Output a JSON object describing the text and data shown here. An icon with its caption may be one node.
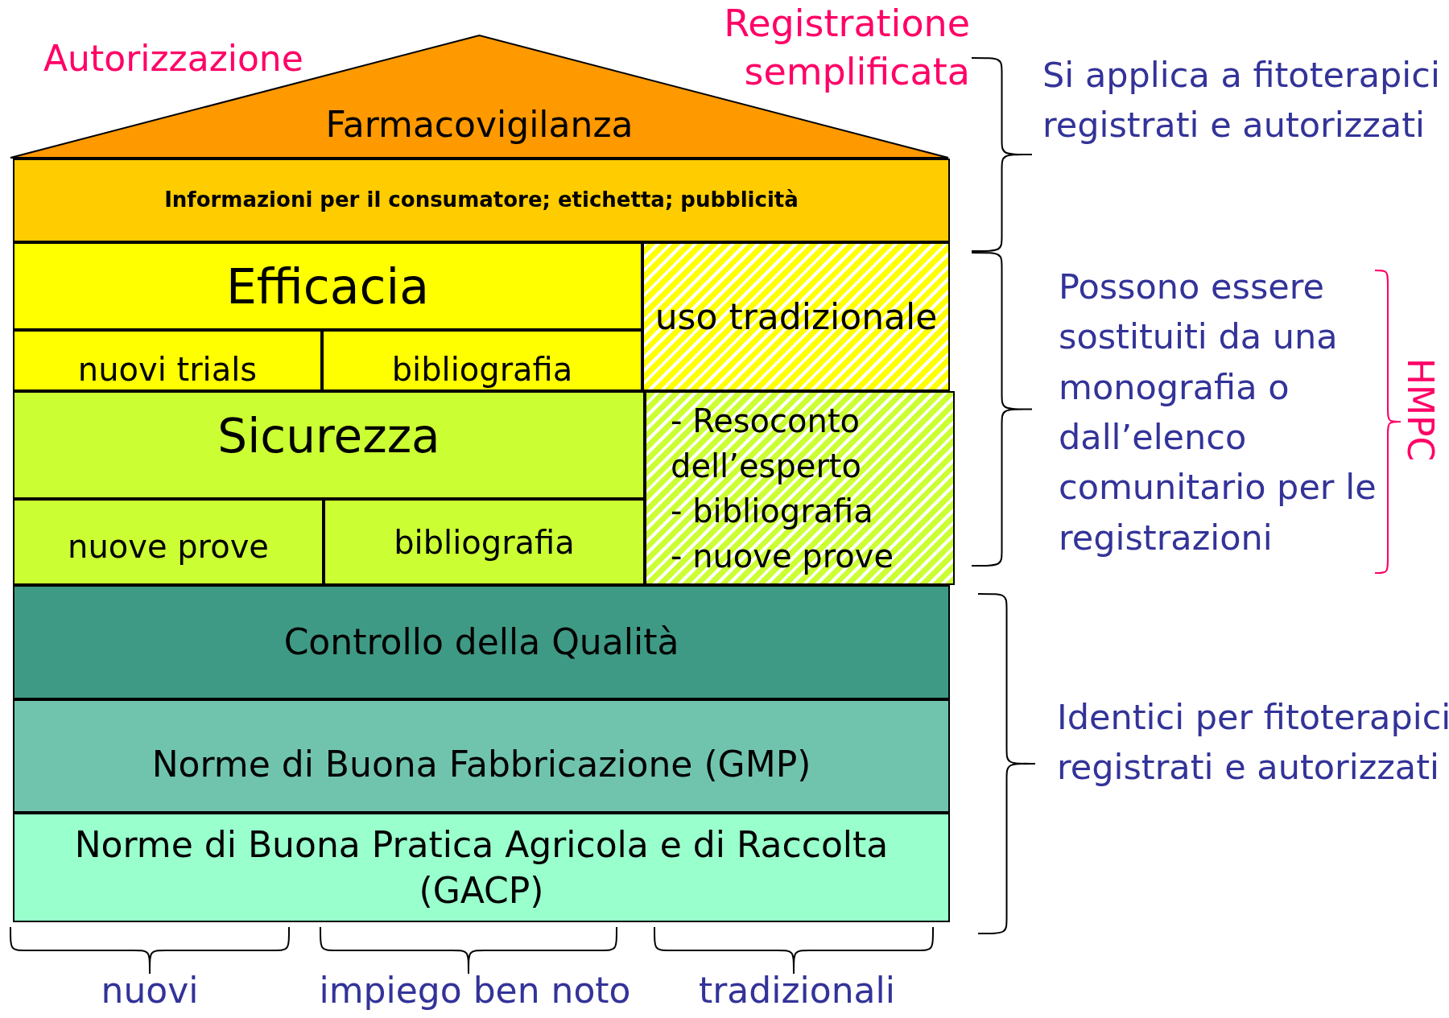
{
  "diagram": {
    "nodes": [
      {
        "text": [
          "Farmacovigilanza"
        ]
      },
      {
        "text": [
          "Informazioni per il consumatore; etichetta; pubblicità"
        ]
      },
      {
        "text": [
          "Efficacia"
        ]
      },
      {
        "text": [
          "nuovi trials"
        ]
      },
      {
        "text": [
          "bibliografia"
        ]
      },
      {
        "text": [
          "uso tradizionale"
        ]
      },
      {
        "text": [
          "Sicurezza"
        ]
      },
      {
        "text": [
          "nuove prove"
        ]
      },
      {
        "text": [
          "bibliografia"
        ]
      },
      {
        "text": [
          "- Resoconto dell’esperto",
          "- bibliografia",
          "- nuove prove"
        ]
      },
      {
        "text": [
          "Controllo della Qualità"
        ]
      },
      {
        "text": [
          "Norme di Buona Fabbricazione (GMP)"
        ]
      },
      {
        "text": [
          "Norme di Buona Pratica Agricola e di Raccolta (GACP)"
        ]
      }
    ],
    "labels": [
      "Autorizzazione",
      "Registratione semplificata",
      "Si applica a fitoterapici registrati e autorizzati",
      "Possono essere sostituiti da una monografia o dall’elenco comunitario per le registrazioni",
      "HMPC",
      "Identici per fitoterapici registrati e autorizzati",
      "nuovi",
      "impiego ben noto",
      "tradizionali"
    ]
  }
}
